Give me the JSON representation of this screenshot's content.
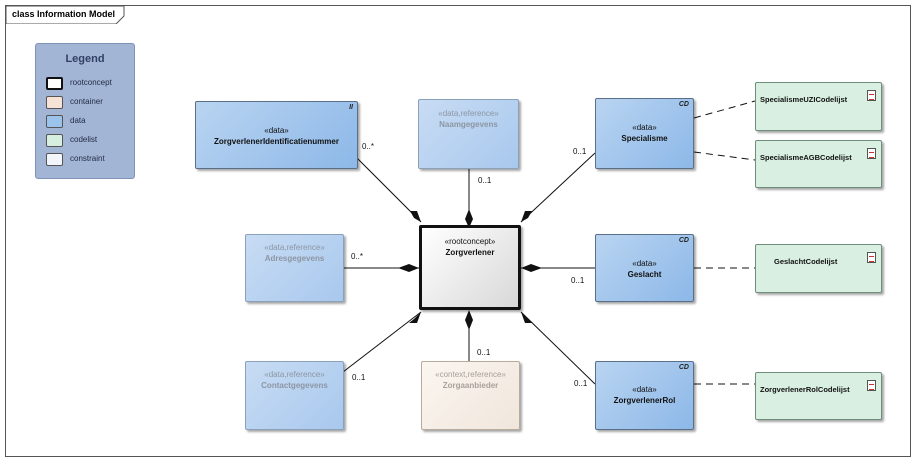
{
  "diagram": {
    "frame_label": "class Information Model"
  },
  "legend": {
    "title": "Legend",
    "items": [
      {
        "label": "rootconcept",
        "color": "#ffffff"
      },
      {
        "label": "container",
        "color": "#f7e3d6"
      },
      {
        "label": "data",
        "color": "#9cc3ec"
      },
      {
        "label": "codelist",
        "color": "#d6efdf"
      },
      {
        "label": "constraint",
        "color": "#f4f4fb"
      }
    ]
  },
  "classes": {
    "zorgverlener": {
      "stereotype": "«rootconcept»",
      "name": "Zorgverlener"
    },
    "identificatienummer": {
      "stereotype": "«data»",
      "name": "ZorgverlenerIdentificatienummer",
      "tag": "II"
    },
    "naamgegevens": {
      "stereotype": "«data,reference»",
      "name": "Naamgegevens"
    },
    "specialisme": {
      "stereotype": "«data»",
      "name": "Specialisme",
      "tag": "CD"
    },
    "adresgegevens": {
      "stereotype": "«data,reference»",
      "name": "Adresgegevens"
    },
    "geslacht": {
      "stereotype": "«data»",
      "name": "Geslacht",
      "tag": "CD"
    },
    "contactgegevens": {
      "stereotype": "«data,reference»",
      "name": "Contactgegevens"
    },
    "zorgaanbieder": {
      "stereotype": "«context,reference»",
      "name": "Zorgaanbieder"
    },
    "zorgverlenerrol": {
      "stereotype": "«data»",
      "name": "ZorgverlenerRol",
      "tag": "CD"
    }
  },
  "codelists": {
    "uzi": "SpecialismeUZICodelijst",
    "agb": "SpecialismeAGBCodelijst",
    "geslacht": "GeslachtCodelijst",
    "rol": "ZorgverlenerRolCodelijst"
  },
  "multiplicities": {
    "identificatienummer": "0..*",
    "naamgegevens": "0..1",
    "specialisme": "0..1",
    "adresgegevens": "0..*",
    "geslacht": "0..1",
    "contactgegevens": "0..1",
    "zorgaanbieder": "0..1",
    "zorgverlenerrol": "0..1"
  }
}
